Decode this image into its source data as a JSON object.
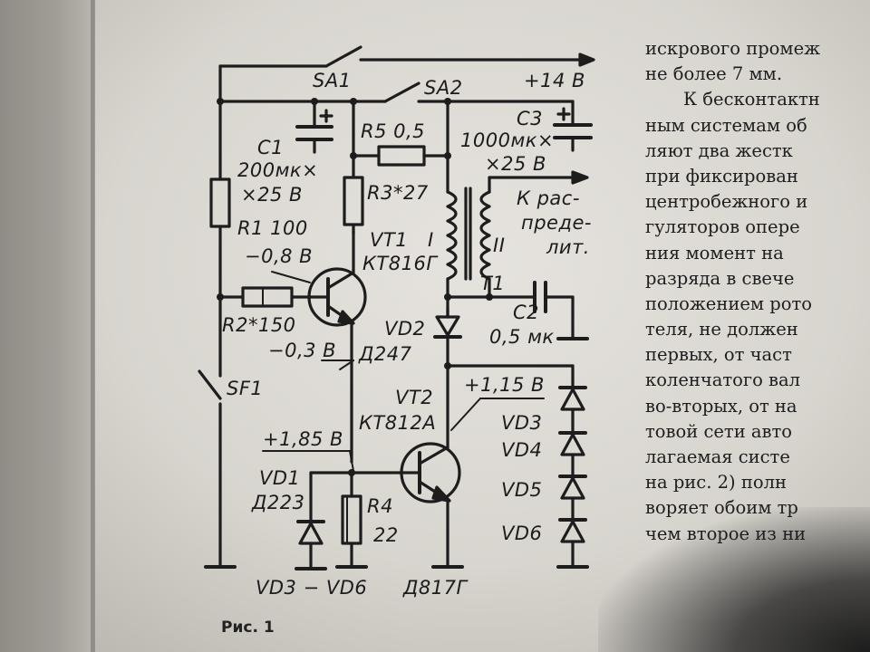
{
  "figure_caption": "Рис. 1",
  "labels": {
    "sa1": "SA1",
    "sa2": "SA2",
    "supply": "+14 В",
    "c1_name": "C1",
    "c1_value": "200мк×",
    "c1_voltage": "×25 В",
    "r1": "R1 100",
    "v_minus08": "−0,8 В",
    "r2": "R2*150",
    "v_minus03": "−0,3 В",
    "r5": "R5 0,5",
    "r3": "R3*27",
    "vt1_name": "VT1",
    "vt1_type": "КТ816Г",
    "winding_1": "I",
    "winding_2": "II",
    "distributor_1": "К рас-",
    "distributor_2": "преде-",
    "distributor_3": "лит.",
    "c3_name": "C3",
    "c3_value": "1000мк×",
    "c3_voltage": "×25 В",
    "t1": "T1",
    "c2_name": "C2",
    "c2_value": "0,5 мк",
    "vd2_name": "VD2",
    "vd2_type": "Д247",
    "sf1": "SF1",
    "vt2_name": "VT2",
    "vt2_type": "КТ812А",
    "v_115": "+1,15 В",
    "v_185": "+1,85 В",
    "vd1_name": "VD1",
    "vd1_type": "Д223",
    "r4_name": "R4",
    "r4_value": "22",
    "vd3": "VD3",
    "vd4": "VD4",
    "vd5": "VD5",
    "vd6": "VD6",
    "vd_range": "VD3 − VD6",
    "vd_type": "Д817Г"
  },
  "article_lines": [
    "искрового промеж",
    "не более 7 мм.",
    "К бесконтактн",
    "ным системам об",
    "ляют два жестк",
    "при фиксирован",
    "центробежного и",
    "гуляторов опере",
    "ния момент на",
    "разряда в свече",
    "положением рото",
    "теля, не должен",
    "первых, от част",
    "коленчатого вал",
    "во-вторых, от на",
    "товой сети авто",
    "лагаемая систе",
    "на рис. 2) полн",
    "воряет обоим тр",
    "чем второе из ни"
  ]
}
